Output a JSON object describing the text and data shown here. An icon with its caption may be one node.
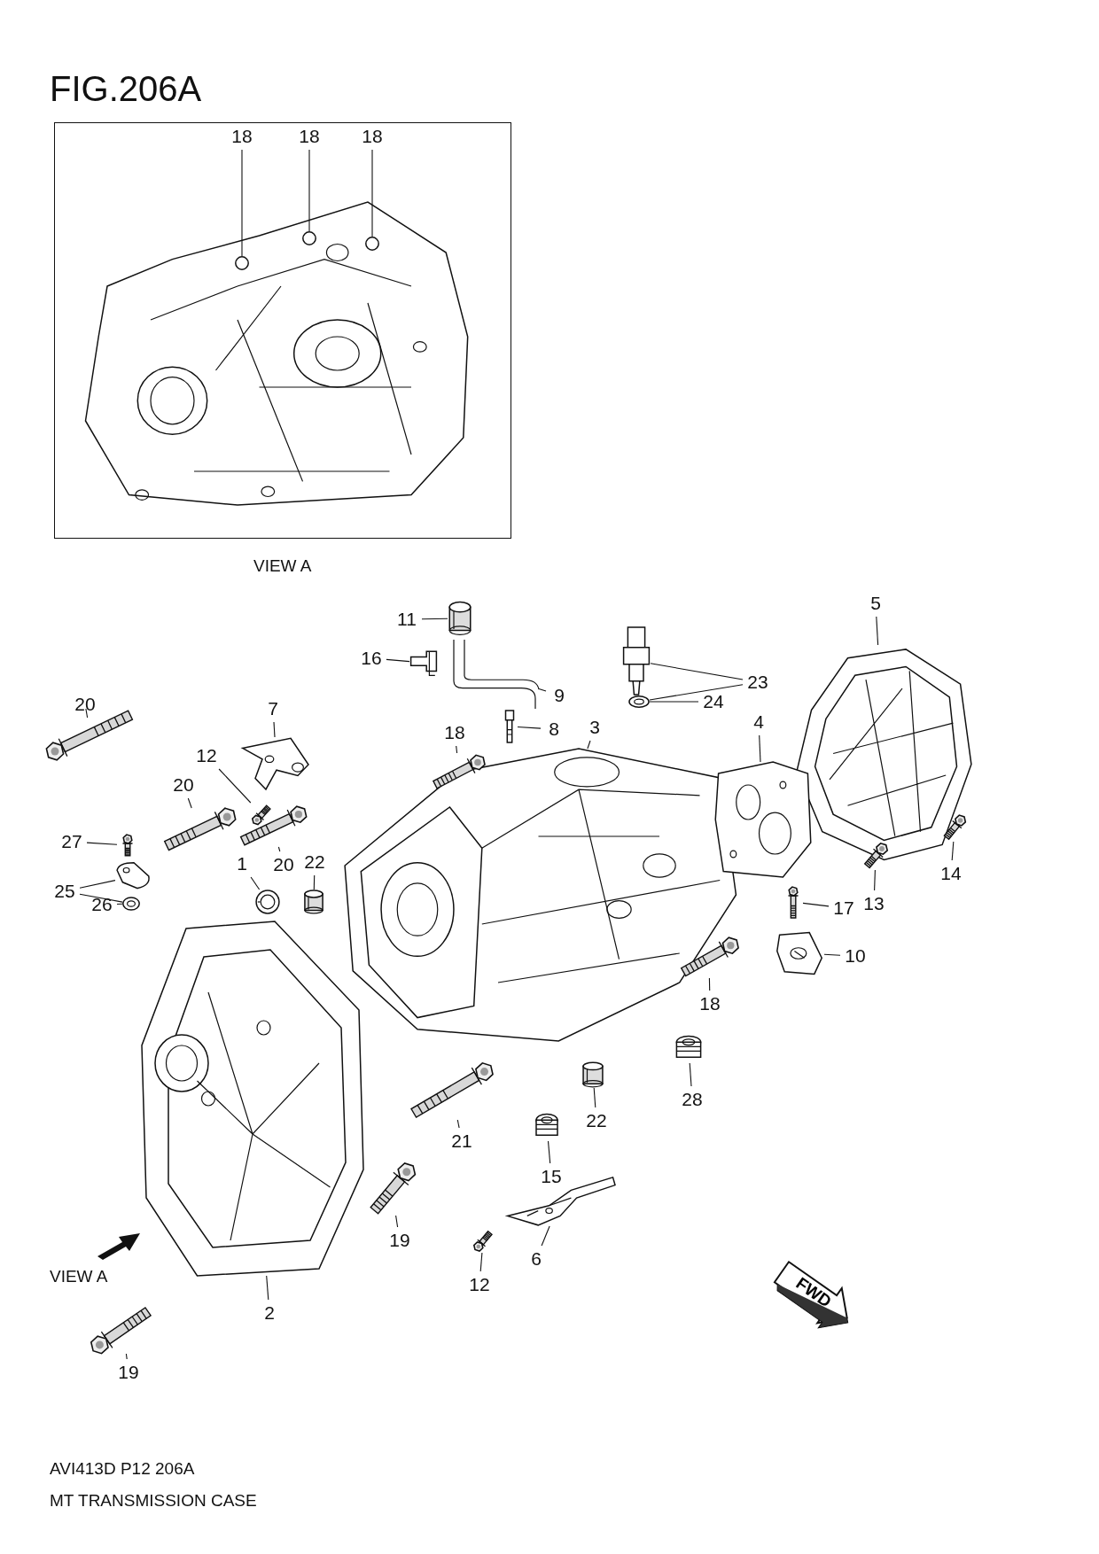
{
  "diagram": {
    "title": "FIG.206A",
    "nodes": [
      {
        "text": [],
        "shape": "box"
      },
      {
        "text": [
          "18"
        ],
        "in": 0
      },
      {
        "text": [
          "18"
        ],
        "in": 0
      },
      {
        "text": [
          "18"
        ],
        "in": 0
      },
      {
        "text": [],
        "shape": "circle",
        "in": 0
      },
      {
        "text": [],
        "shape": "circle",
        "in": 0
      },
      {
        "text": [],
        "shape": "circle",
        "in": 0
      },
      {
        "text": [
          "5"
        ]
      },
      {
        "text": [],
        "shape": "picture"
      },
      {
        "text": [
          "11"
        ]
      },
      {
        "text": [],
        "shape": "cylinder"
      },
      {
        "text": [
          "16"
        ]
      },
      {
        "text": [],
        "shape": "picture"
      },
      {
        "text": [
          "23"
        ]
      },
      {
        "text": [],
        "shape": "picture"
      },
      {
        "text": [
          "9"
        ]
      },
      {
        "text": [],
        "shape": "picture"
      },
      {
        "text": [
          "24"
        ]
      },
      {
        "text": [],
        "shape": "picture"
      },
      {
        "text": [
          "20"
        ]
      },
      {
        "text": [],
        "shape": "bar"
      },
      {
        "text": [
          "7"
        ]
      },
      {
        "text": [],
        "shape": "picture"
      },
      {
        "text": [
          "8"
        ]
      },
      {
        "text": [],
        "shape": "picture"
      },
      {
        "text": [
          "3"
        ]
      },
      {
        "text": [],
        "shape": "picture"
      },
      {
        "text": [
          "4"
        ]
      },
      {
        "text": [],
        "shape": "picture"
      },
      {
        "text": [
          "12"
        ]
      },
      {
        "text": [],
        "shape": "picture"
      },
      {
        "text": [
          "18"
        ]
      },
      {
        "text": [],
        "shape": "picture"
      },
      {
        "text": [
          "20"
        ]
      },
      {
        "text": [],
        "shape": "bar"
      },
      {
        "text": [
          "20"
        ]
      },
      {
        "text": [],
        "shape": "picture"
      },
      {
        "text": [
          "27"
        ]
      },
      {
        "text": [],
        "shape": "picture"
      },
      {
        "text": [
          "25"
        ]
      },
      {
        "text": [],
        "shape": "picture"
      },
      {
        "text": [
          "26"
        ]
      },
      {
        "text": [],
        "shape": "picture"
      },
      {
        "text": [
          "1"
        ]
      },
      {
        "text": [],
        "shape": "picture"
      },
      {
        "text": [
          "22"
        ]
      },
      {
        "text": [],
        "shape": "cylinder"
      },
      {
        "text": [
          "14"
        ]
      },
      {
        "text": [],
        "shape": "picture"
      },
      {
        "text": [
          "13"
        ]
      },
      {
        "text": [],
        "shape": "picture"
      },
      {
        "text": [
          "17"
        ]
      },
      {
        "text": [],
        "shape": "picture"
      },
      {
        "text": [
          "10"
        ]
      },
      {
        "text": [],
        "shape": "picture"
      },
      {
        "text": [
          "18"
        ]
      },
      {
        "text": [],
        "shape": "picture"
      },
      {
        "text": [
          "28"
        ]
      },
      {
        "text": [],
        "shape": "picture"
      },
      {
        "text": [
          "22"
        ]
      },
      {
        "text": [],
        "shape": "cylinder"
      },
      {
        "text": [
          "21"
        ]
      },
      {
        "text": [],
        "shape": "picture"
      },
      {
        "text": [
          "15"
        ]
      },
      {
        "text": [],
        "shape": "picture"
      },
      {
        "text": [
          "19"
        ]
      },
      {
        "text": [],
        "shape": "picture"
      },
      {
        "text": [
          "6"
        ]
      },
      {
        "text": [],
        "shape": "picture"
      },
      {
        "text": [
          "12"
        ]
      },
      {
        "text": [],
        "shape": "picture"
      },
      {
        "text": [
          "FWD"
        ]
      },
      {
        "text": [
          "2"
        ]
      },
      {
        "text": [],
        "shape": "picture"
      },
      {
        "text": [
          "19"
        ]
      },
      {
        "text": [],
        "shape": "picture"
      }
    ],
    "edges": [
      {
        "from": 1,
        "to": 4,
        "arrow": "none"
      },
      {
        "from": 2,
        "to": 5,
        "arrow": "none"
      },
      {
        "from": 3,
        "to": 6,
        "arrow": "none"
      },
      {
        "from": 7,
        "to": 8,
        "arrow": "none"
      },
      {
        "from": 9,
        "to": 10,
        "arrow": "none"
      },
      {
        "from": 11,
        "to": 12,
        "arrow": "none"
      },
      {
        "from": 13,
        "to": 14,
        "arrow": "none"
      },
      {
        "from": 13,
        "to": 18,
        "arrow": "none"
      },
      {
        "from": 15,
        "to": 16,
        "arrow": "none"
      },
      {
        "from": 17,
        "to": 18,
        "arrow": "none"
      },
      {
        "from": 19,
        "to": 20,
        "arrow": "none"
      },
      {
        "from": 21,
        "to": 22,
        "arrow": "none"
      },
      {
        "from": 23,
        "to": 24,
        "arrow": "none"
      },
      {
        "from": 25,
        "to": 26,
        "arrow": "none"
      },
      {
        "from": 27,
        "to": 28,
        "arrow": "none"
      },
      {
        "from": 29,
        "to": 30,
        "arrow": "none"
      },
      {
        "from": 31,
        "to": 32,
        "arrow": "none"
      },
      {
        "from": 33,
        "to": 34,
        "arrow": "none"
      },
      {
        "from": 35,
        "to": 36,
        "arrow": "none"
      },
      {
        "from": 37,
        "to": 38,
        "arrow": "none"
      },
      {
        "from": 39,
        "to": 40,
        "arrow": "none"
      },
      {
        "from": 39,
        "to": 42,
        "arrow": "none"
      },
      {
        "from": 41,
        "to": 42,
        "arrow": "none"
      },
      {
        "from": 43,
        "to": 44,
        "arrow": "none"
      },
      {
        "from": 45,
        "to": 46,
        "arrow": "none"
      },
      {
        "from": 47,
        "to": 48,
        "arrow": "none"
      },
      {
        "from": 49,
        "to": 50,
        "arrow": "none"
      },
      {
        "from": 51,
        "to": 52,
        "arrow": "none"
      },
      {
        "from": 53,
        "to": 54,
        "arrow": "none"
      },
      {
        "from": 55,
        "to": 56,
        "arrow": "none"
      },
      {
        "from": 57,
        "to": 58,
        "arrow": "none"
      },
      {
        "from": 59,
        "to": 60,
        "arrow": "none"
      },
      {
        "from": 61,
        "to": 62,
        "arrow": "none"
      },
      {
        "from": 63,
        "to": 64,
        "arrow": "none"
      },
      {
        "from": 65,
        "to": 66,
        "arrow": "none"
      },
      {
        "from": 67,
        "to": 68,
        "arrow": "none"
      },
      {
        "from": 69,
        "to": 70,
        "arrow": "none"
      },
      {
        "from": 72,
        "to": 73,
        "arrow": "none"
      },
      {
        "from": 74,
        "to": 75,
        "arrow": "none"
      }
    ],
    "labels": [
      "VIEW A",
      "VIEW A",
      "AVI413D P12 206A",
      "MT TRANSMISSION CASE"
    ]
  }
}
